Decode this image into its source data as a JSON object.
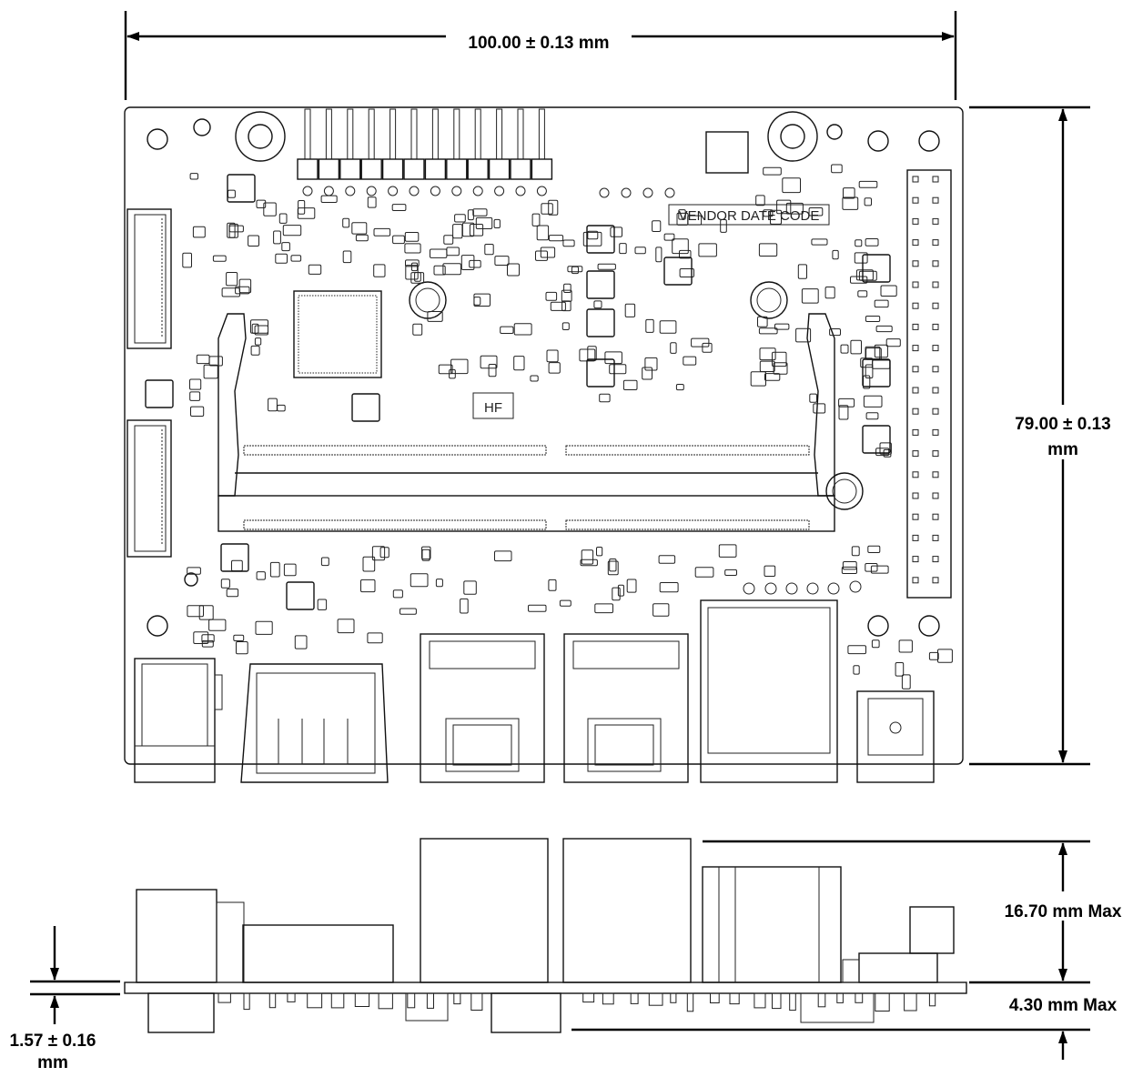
{
  "top_view": {
    "width_dimension": "100.00 ± 0.13 mm",
    "height_dimension_value": "79.00 ± 0.13",
    "height_dimension_unit": "mm",
    "silkscreen_vendor_label": "VENDOR DATE CODE",
    "silkscreen_hf_label": "HF"
  },
  "side_view": {
    "top_height_dimension": "16.70 mm Max",
    "bottom_height_dimension": "4.30 mm Max",
    "board_thickness_value": "1.57 ± 0.16",
    "board_thickness_unit": "mm"
  }
}
